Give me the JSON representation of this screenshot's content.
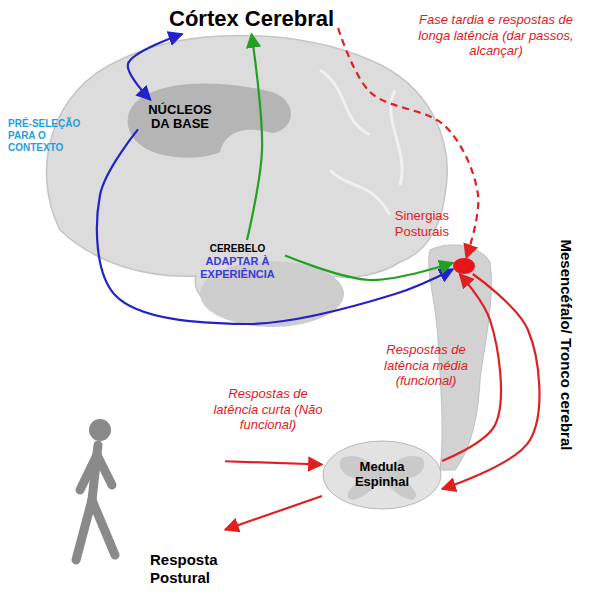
{
  "diagram": {
    "nodes": [
      {
        "text": [
          "Córtex Cerebral"
        ]
      },
      {
        "text": [
          "NÚCLEOS DA BASE"
        ]
      },
      {
        "text": [
          "CEREBELO",
          "ADAPTAR À EXPERIÊNCIA"
        ]
      },
      {
        "text": [
          "Sinergias Posturais"
        ]
      },
      {
        "text": [
          "Medula Espinhal"
        ]
      },
      {
        "text": [
          "Resposta Postural"
        ]
      }
    ],
    "edges": [
      {
        "from": 0,
        "to": 1,
        "arrow": "both"
      },
      {
        "from": 1,
        "to": 3,
        "arrow": "to"
      },
      {
        "from": 2,
        "to": 0,
        "arrow": "to"
      },
      {
        "from": 2,
        "to": 3,
        "arrow": "to"
      },
      {
        "from": 0,
        "to": 3,
        "label": "Fase tardia e respostas de longa latência (dar passos, alcançar)",
        "arrow": "to"
      },
      {
        "from": 5,
        "to": 4,
        "label": "Respostas de latência curta (Não funcional)",
        "arrow": "to"
      },
      {
        "from": 4,
        "to": 5,
        "arrow": "to"
      },
      {
        "from": 4,
        "to": 3,
        "label": "Respostas de latência média (funcional)",
        "arrow": "to"
      },
      {
        "from": 3,
        "to": 4,
        "arrow": "to"
      }
    ],
    "labels": [
      "PRÉ-SELEÇÃO PARA O CONTEXTO",
      "Mesencéfalo/ Tronco cerebral"
    ]
  }
}
